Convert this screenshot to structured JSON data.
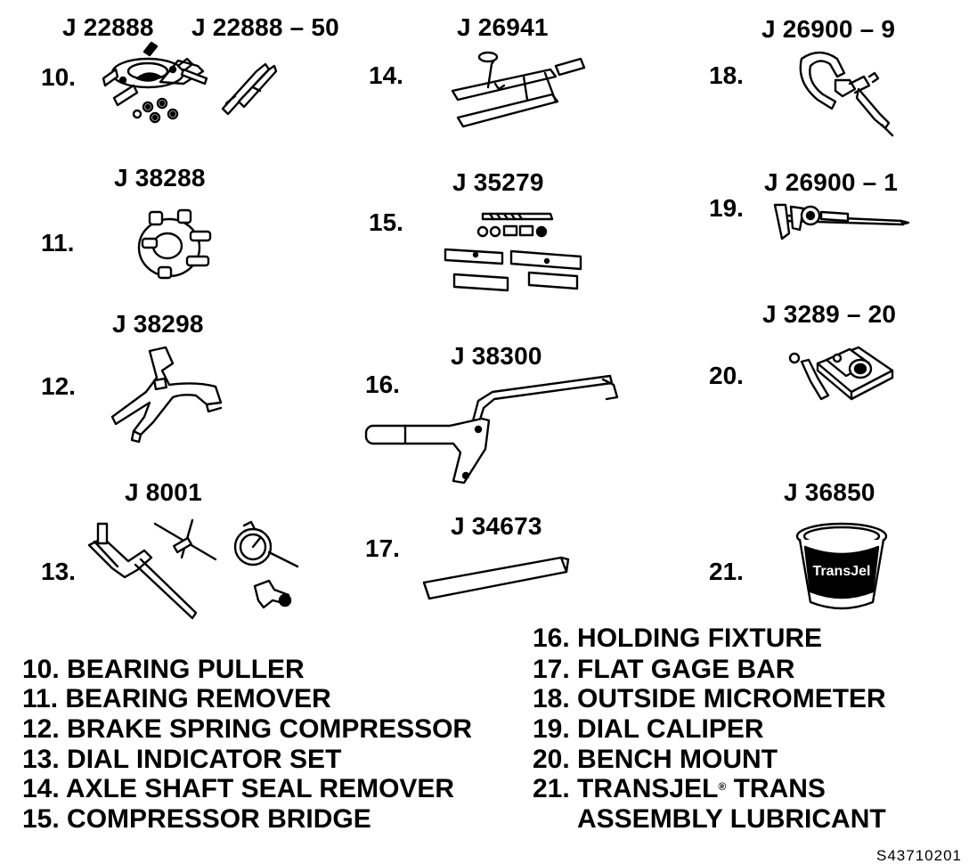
{
  "tools": [
    {
      "num": "10.",
      "part": "J 22888"
    },
    {
      "num": "",
      "part": "J 22888 – 50"
    },
    {
      "num": "11.",
      "part": "J 38288"
    },
    {
      "num": "12.",
      "part": "J 38298"
    },
    {
      "num": "13.",
      "part": "J 8001"
    },
    {
      "num": "14.",
      "part": "J 26941"
    },
    {
      "num": "15.",
      "part": "J 35279"
    },
    {
      "num": "16.",
      "part": "J 38300"
    },
    {
      "num": "17.",
      "part": "J 34673"
    },
    {
      "num": "18.",
      "part": "J 26900 – 9"
    },
    {
      "num": "19.",
      "part": "J 26900 – 1"
    },
    {
      "num": "20.",
      "part": "J 3289 – 20"
    },
    {
      "num": "21.",
      "part": "J 36850"
    }
  ],
  "legend": [
    "10. BEARING PULLER",
    "11. BEARING REMOVER",
    "12. BRAKE SPRING COMPRESSOR",
    "13. DIAL INDICATOR SET",
    "14. AXLE SHAFT SEAL REMOVER",
    "15. COMPRESSOR BRIDGE",
    "16. HOLDING FIXTURE",
    "17. FLAT GAGE BAR",
    "18. OUTSIDE MICROMETER",
    "19. DIAL CALIPER",
    "20. BENCH MOUNT",
    "21. TRANSJEL",
    "TRANS",
    "ASSEMBLY LUBRICANT"
  ],
  "trademark": "®",
  "figure_ref": "S43710201",
  "product_label": "TransJel"
}
